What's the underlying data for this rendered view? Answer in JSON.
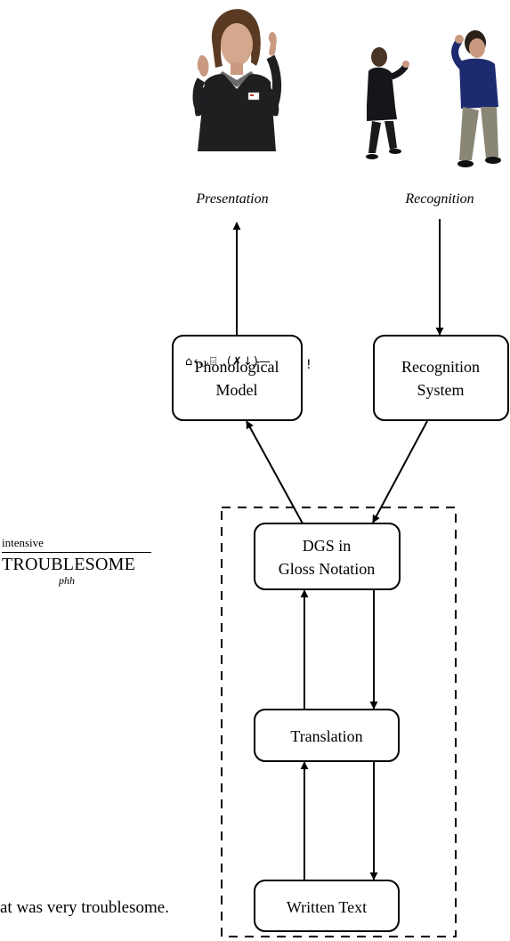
{
  "images": {
    "avatar": {
      "icon": "signing-avatar-image"
    },
    "signers": {
      "icon": "two-signers-image"
    }
  },
  "labels": {
    "presentation": "Presentation",
    "recognition": "Recognition"
  },
  "boxes": {
    "phonological_line1": "Phonological",
    "phonological_line2": "Model",
    "recognition_line1": "Recognition",
    "recognition_line2": "System",
    "dgs_line1": "DGS in",
    "dgs_line2": "Gloss Notation",
    "translation": "Translation",
    "written": "Written Text"
  },
  "side": {
    "hamnosys": "⌂‹◡⌸ .(✗↓)—",
    "hamnosys_bang": "!",
    "gloss_top": "intensive",
    "gloss_main": "TROUBLESOME",
    "gloss_bottom": "phh",
    "written_sentence": "at was very troublesome."
  },
  "colors": {
    "ink": "#000000",
    "background": "#ffffff",
    "skin": "#c9a088",
    "jacket": "#1f1f22",
    "shirt_blue": "#1c2a6e",
    "trousers": "#8a8676"
  }
}
